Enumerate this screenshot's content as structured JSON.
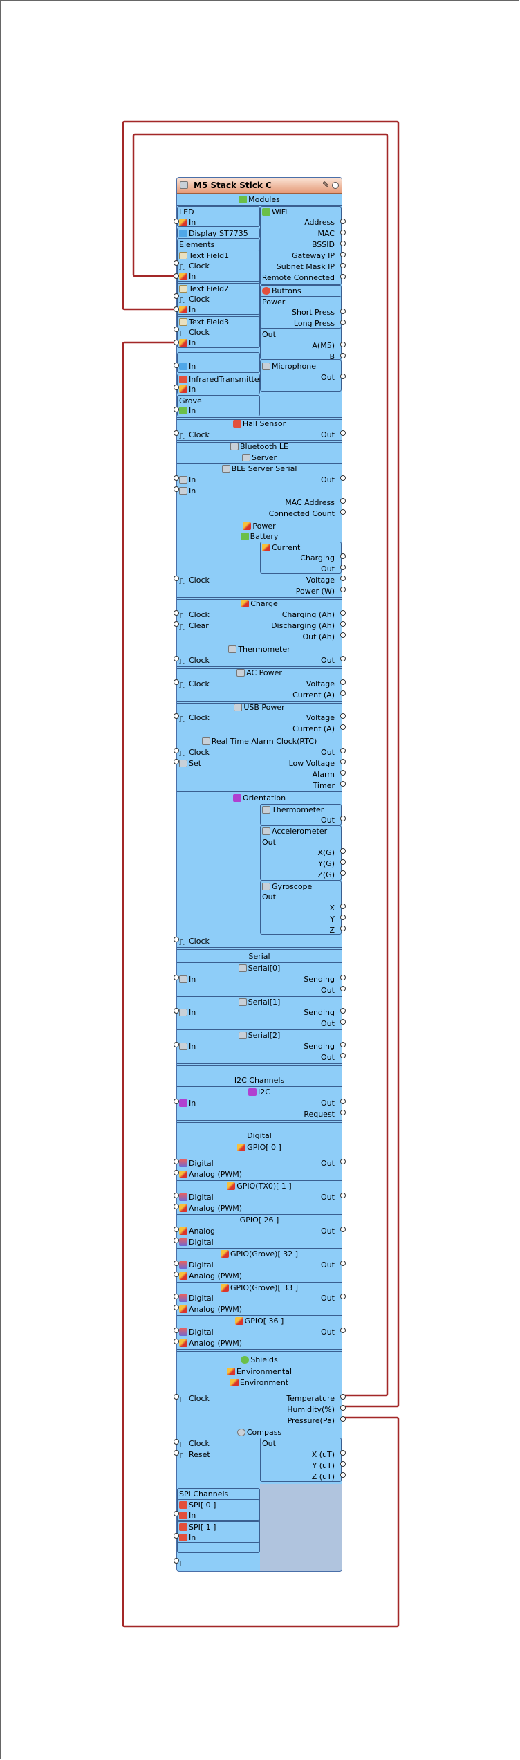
{
  "component": {
    "title": "M5 Stack Stick C",
    "modules": "Modules",
    "led": "LED",
    "in": "In",
    "display": "Display ST7735",
    "elements": "Elements",
    "text_field1": "Text Field1",
    "text_field2": "Text Field2",
    "text_field3": "Text Field3",
    "clock": "Clock",
    "infrared": "InfraredTransmitter",
    "grove": "Grove",
    "wifi": "WiFi",
    "address": "Address",
    "mac": "MAC",
    "bssid": "BSSID",
    "gateway_ip": "Gateway IP",
    "subnet_mask_ip": "Subnet Mask IP",
    "remote_connected": "Remote Connected",
    "buttons": "Buttons",
    "power": "Power",
    "short_press": "Short Press",
    "long_press": "Long Press",
    "out": "Out",
    "a_m5": "A(M5)",
    "b": "B",
    "microphone": "Microphone",
    "hall_sensor": "Hall Sensor",
    "bluetooth_le": "Bluetooth LE",
    "server": "Server",
    "ble_server_serial": "BLE Server Serial",
    "mac_address": "MAC Address",
    "connected_count": "Connected Count",
    "battery": "Battery",
    "current": "Current",
    "charging": "Charging",
    "voltage": "Voltage",
    "power_w": "Power (W)",
    "charge": "Charge",
    "clear": "Clear",
    "charging_ah": "Charging (Ah)",
    "discharging_ah": "Discharging (Ah)",
    "out_ah": "Out (Ah)",
    "thermometer": "Thermometer",
    "ac_power": "AC Power",
    "current_a": "Current (A)",
    "usb_power": "USB Power",
    "rtc": "Real Time Alarm Clock(RTC)",
    "set": "Set",
    "low_voltage": "Low Voltage",
    "alarm": "Alarm",
    "timer": "Timer",
    "orientation": "Orientation",
    "accelerometer": "Accelerometer",
    "x_g": "X(G)",
    "y_g": "Y(G)",
    "z_g": "Z(G)",
    "gyroscope": "Gyroscope",
    "x": "X",
    "y": "Y",
    "z": "Z",
    "serial": "Serial",
    "serial0": "Serial[0]",
    "serial1": "Serial[1]",
    "serial2": "Serial[2]",
    "sending": "Sending",
    "i2c_channels": "I2C Channels",
    "i2c": "I2C",
    "request": "Request",
    "digital_section": "Digital",
    "gpio0": "GPIO[ 0 ]",
    "digital": "Digital",
    "analog_pwm": "Analog (PWM)",
    "gpio_tx0_1": "GPIO(TX0)[ 1 ]",
    "gpio26": "GPIO[ 26 ]",
    "analog": "Analog",
    "gpio_grove32": "GPIO(Grove)[ 32 ]",
    "gpio_grove33": "GPIO(Grove)[ 33 ]",
    "gpio36": "GPIO[ 36 ]",
    "shields": "Shields",
    "environmental": "Environmental",
    "environment": "Environment",
    "temperature": "Temperature",
    "humidity": "Humidity(%)",
    "pressure": "Pressure(Pa)",
    "compass": "Compass",
    "reset": "Reset",
    "x_ut": "X (uT)",
    "y_ut": "Y (uT)",
    "z_ut": "Z (uT)",
    "spi_channels": "SPI Channels",
    "spi0": "SPI[ 0 ]",
    "spi1": "SPI[ 1 ]"
  },
  "colors": {
    "body": "#8ecdf8",
    "wire": "#a32828",
    "empty": "#b0c4de"
  }
}
